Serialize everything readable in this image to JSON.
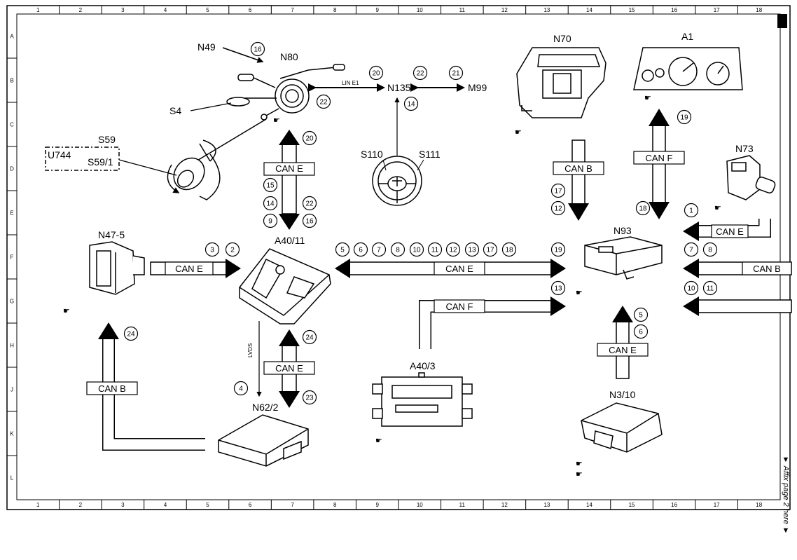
{
  "grid": {
    "columns": [
      "1",
      "2",
      "3",
      "4",
      "5",
      "6",
      "7",
      "8",
      "9",
      "10",
      "11",
      "12",
      "13",
      "14",
      "15",
      "16",
      "17",
      "18"
    ],
    "rows": [
      "A",
      "B",
      "C",
      "D",
      "E",
      "F",
      "G",
      "H",
      "J",
      "K",
      "L"
    ]
  },
  "components": {
    "n49": "N49",
    "n80": "N80",
    "s4": "S4",
    "s59": "S59",
    "u744": "U744",
    "s59_1": "S59/1",
    "n135": "N135",
    "m99": "M99",
    "s110": "S110",
    "s111": "S111",
    "n70": "N70",
    "a1": "A1",
    "n73": "N73",
    "n47_5": "N47-5",
    "a40_11": "A40/11",
    "n93": "N93",
    "a40_3": "A40/3",
    "n62_2": "N62/2",
    "n3_10": "N3/10"
  },
  "bus": {
    "can_e": "CAN E",
    "can_b": "CAN B",
    "can_f": "CAN F",
    "line_e1": "LIN E1",
    "lvds": "LVDS"
  },
  "refs": {
    "r16a": "16",
    "r20a": "20",
    "r22a": "22",
    "r21": "21",
    "r14a": "14",
    "r22b": "22",
    "r20b": "20",
    "r15": "15",
    "r14b": "14",
    "r22c": "22",
    "r9": "9",
    "r16b": "16",
    "r19a": "19",
    "r18a": "18",
    "r17a": "17",
    "r12a": "12",
    "r1": "1",
    "r3": "3",
    "r2": "2",
    "r5": "5",
    "r6": "6",
    "r7a": "7",
    "r8a": "8",
    "r10a": "10",
    "r11a": "11",
    "r12b": "12",
    "r13a": "13",
    "r17b": "17",
    "r18b": "18",
    "r19b": "19",
    "r13b": "13",
    "r7b": "7",
    "r8b": "8",
    "r10b": "10",
    "r11b": "11",
    "r24a": "24",
    "r24b": "24",
    "r4": "4",
    "r23": "23",
    "r5b": "5",
    "r6b": "6"
  },
  "footer": {
    "affix": "▼ Affix page 2 here ▼"
  }
}
